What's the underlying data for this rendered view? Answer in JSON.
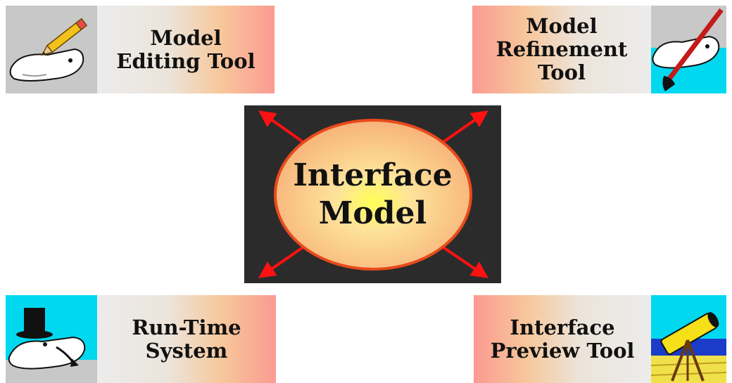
{
  "diagram": {
    "center": {
      "label": "Interface\nModel"
    },
    "tools": {
      "editing": {
        "label": "Model\nEditing Tool",
        "icon": "whale-pencil-icon"
      },
      "refinement": {
        "label": "Model\nRefinement\nTool",
        "icon": "whale-paintbrush-icon"
      },
      "runtime": {
        "label": "Run-Time\nSystem",
        "icon": "whale-top-hat-icon"
      },
      "preview": {
        "label": "Interface\nPreview Tool",
        "icon": "telescope-icon"
      }
    },
    "colors": {
      "center_background": "#2b2b2b",
      "ellipse_fill": "#f7b27a",
      "ellipse_center": "#ffff55",
      "ellipse_stroke": "#e84a1c",
      "arrow": "#ff1111",
      "icon_background": "#c8c8c8",
      "sky": "#00d8f0"
    }
  }
}
